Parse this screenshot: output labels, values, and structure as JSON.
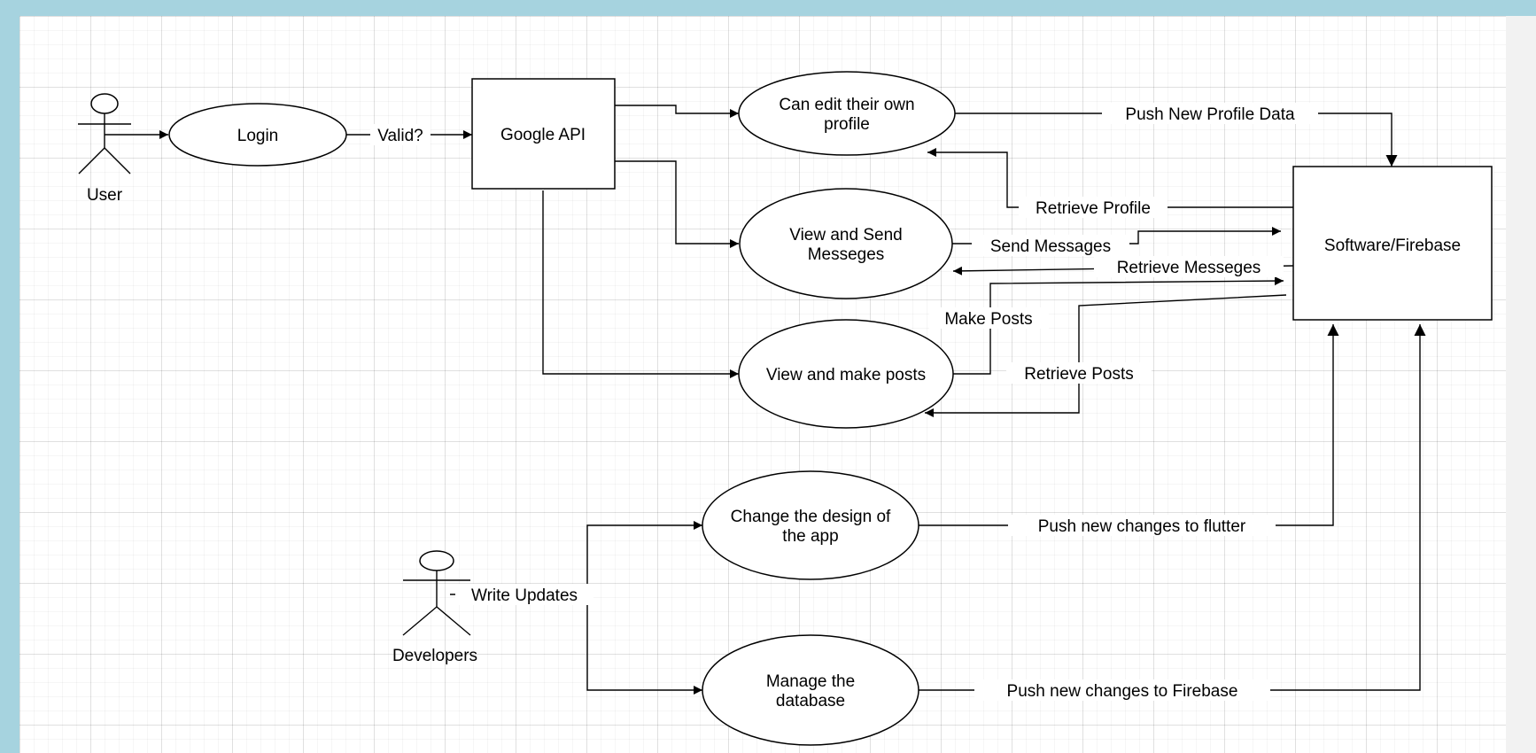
{
  "actors": {
    "user": "User",
    "developers": "Developers"
  },
  "nodes": {
    "login": "Login",
    "google_api": "Google API",
    "edit_profile": [
      "Can edit their own",
      "profile"
    ],
    "view_send_messages": [
      "View and Send",
      "Messeges"
    ],
    "view_make_posts": "View and make posts",
    "software_firebase": "Software/Firebase",
    "change_design": [
      "Change the design of",
      "the app"
    ],
    "manage_database": [
      "Manage the",
      "database"
    ]
  },
  "edges": {
    "valid": "Valid?",
    "push_profile": "Push New Profile Data",
    "retrieve_profile": "Retrieve Profile",
    "send_messages": "Send Messages",
    "retrieve_messages": "Retrieve Messeges",
    "make_posts": "Make Posts",
    "retrieve_posts": "Retrieve Posts",
    "write_updates": "Write Updates",
    "push_flutter": "Push new changes to flutter",
    "push_firebase": "Push new changes to Firebase"
  }
}
